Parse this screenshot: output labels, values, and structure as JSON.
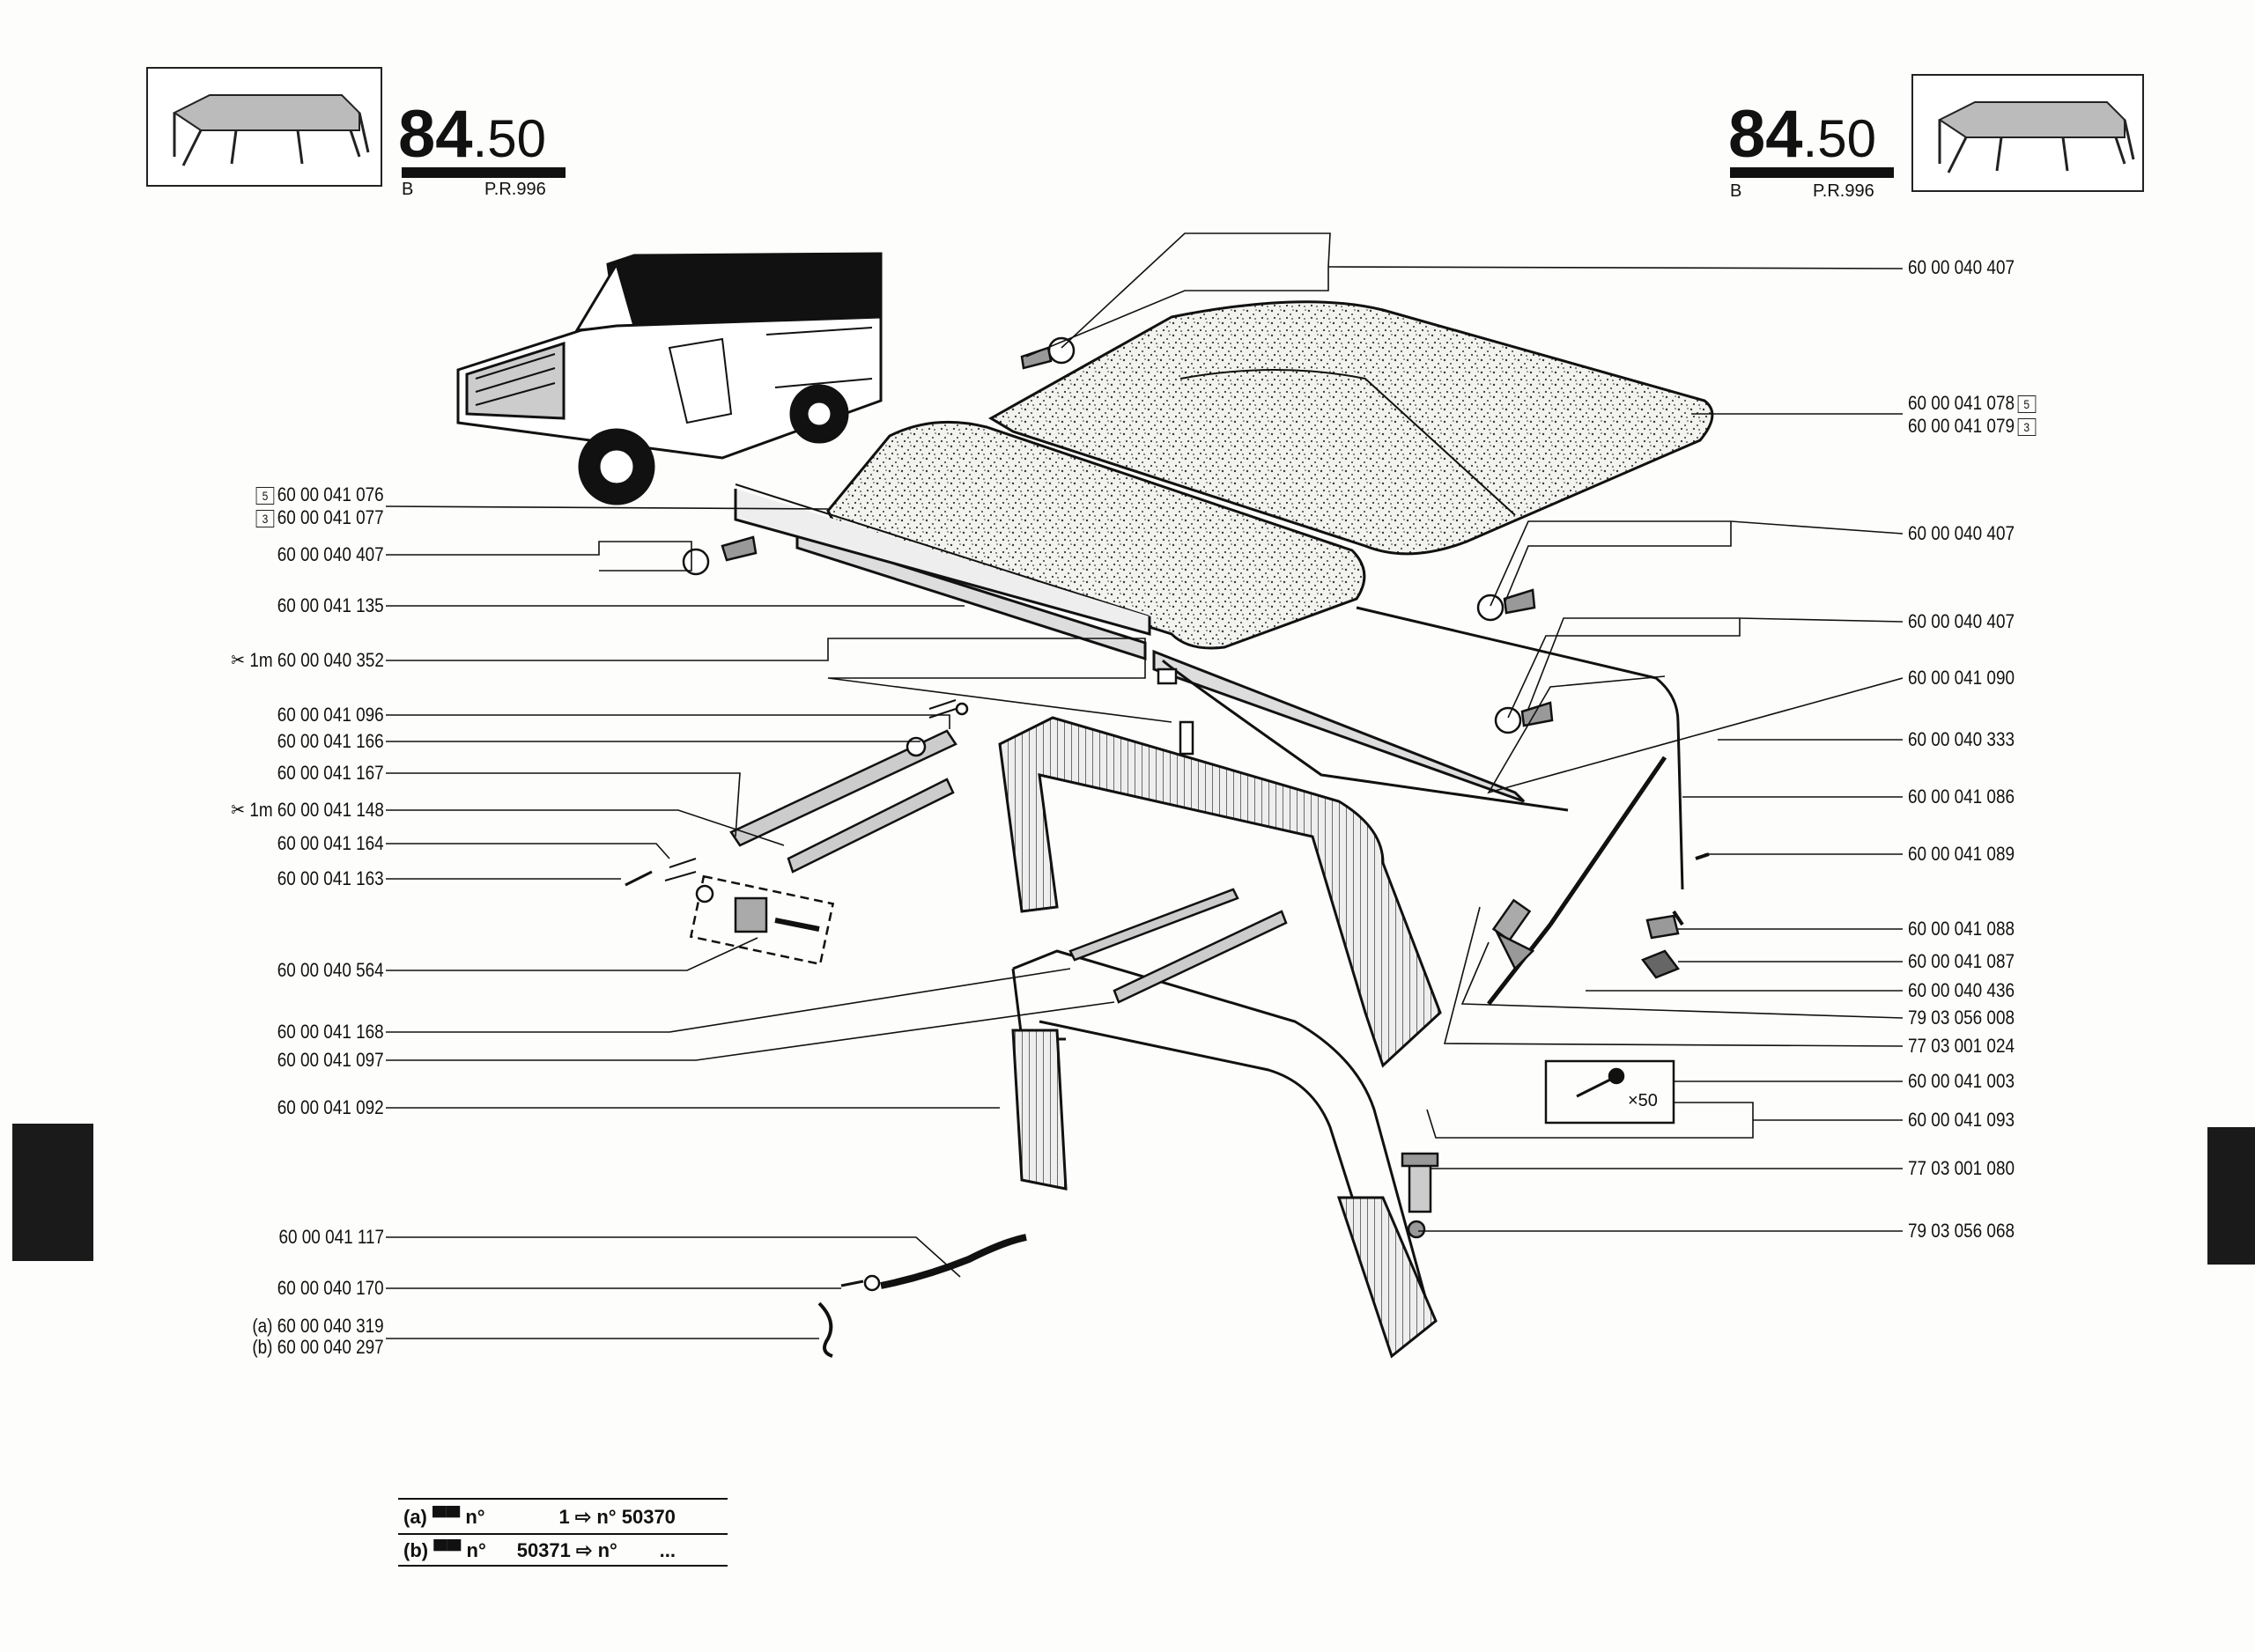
{
  "header_left": {
    "number_big": "84",
    "number_small": ".50",
    "variant": "B",
    "ref": "P.R.996"
  },
  "header_right": {
    "number_big": "84",
    "number_small": ".50",
    "variant": "B",
    "ref": "P.R.996"
  },
  "left_labels": [
    {
      "id": "l1",
      "prefix_box": "5",
      "text": "60 00 041 076"
    },
    {
      "id": "l2",
      "prefix_box": "3",
      "text": "60 00 041 077"
    },
    {
      "id": "l3",
      "text": "60 00 040 407"
    },
    {
      "id": "l4",
      "text": "60 00 041 135"
    },
    {
      "id": "l5",
      "text": "1m  60 00 040 352",
      "scissors": true
    },
    {
      "id": "l6",
      "text": "60 00 041 096"
    },
    {
      "id": "l7",
      "text": "60 00 041 166"
    },
    {
      "id": "l8",
      "text": "60 00 041 167"
    },
    {
      "id": "l9",
      "text": "1m  60 00 041 148",
      "scissors": true
    },
    {
      "id": "l10",
      "text": "60 00 041 164"
    },
    {
      "id": "l11",
      "text": "60 00 041 163"
    },
    {
      "id": "l12",
      "text": "60 00 040 564"
    },
    {
      "id": "l13",
      "text": "60 00 041 168"
    },
    {
      "id": "l14",
      "text": "60 00 041 097"
    },
    {
      "id": "l15",
      "text": "60 00 041 092"
    },
    {
      "id": "l16",
      "text": "60 00 041 117"
    },
    {
      "id": "l17",
      "text": "60 00 040 170"
    },
    {
      "id": "l18",
      "text": "(a) 60 00 040 319"
    },
    {
      "id": "l19",
      "text": "(b) 60 00 040 297"
    }
  ],
  "right_labels": [
    {
      "id": "r1",
      "text": "60 00 040 407"
    },
    {
      "id": "r2",
      "text": "60 00 041 078",
      "suffix_box": "5"
    },
    {
      "id": "r3",
      "text": "60 00 041 079",
      "suffix_box": "3"
    },
    {
      "id": "r4",
      "text": "60 00 040 407"
    },
    {
      "id": "r5",
      "text": "60 00 040 407"
    },
    {
      "id": "r6",
      "text": "60 00 041 090"
    },
    {
      "id": "r7",
      "text": "60 00 040 333"
    },
    {
      "id": "r8",
      "text": "60 00 041 086"
    },
    {
      "id": "r9",
      "text": "60 00 041 089"
    },
    {
      "id": "r10",
      "text": "60 00 041 088"
    },
    {
      "id": "r11",
      "text": "60 00 041 087"
    },
    {
      "id": "r12",
      "text": "60 00 040 436"
    },
    {
      "id": "r13",
      "text": "79 03 056 008"
    },
    {
      "id": "r14",
      "text": "77 03 001 024"
    },
    {
      "id": "r15",
      "text": "60 00 041 003"
    },
    {
      "id": "r16",
      "text": "60 00 041 093"
    },
    {
      "id": "r17",
      "text": "77 03 001 080"
    },
    {
      "id": "r18",
      "text": "79 03 056 068"
    }
  ],
  "rivet_qty": "×50",
  "footnote": {
    "row_a": {
      "tag": "(a)",
      "mark": "n°",
      "from": "1",
      "to_label": "n°",
      "to": "50370"
    },
    "row_b": {
      "tag": "(b)",
      "mark": "n°",
      "from": "50371",
      "to_label": "n°",
      "to": "..."
    }
  },
  "colors": {
    "ink": "#111111",
    "paper": "#fdfdfb",
    "tab": "#1a1a1a"
  }
}
